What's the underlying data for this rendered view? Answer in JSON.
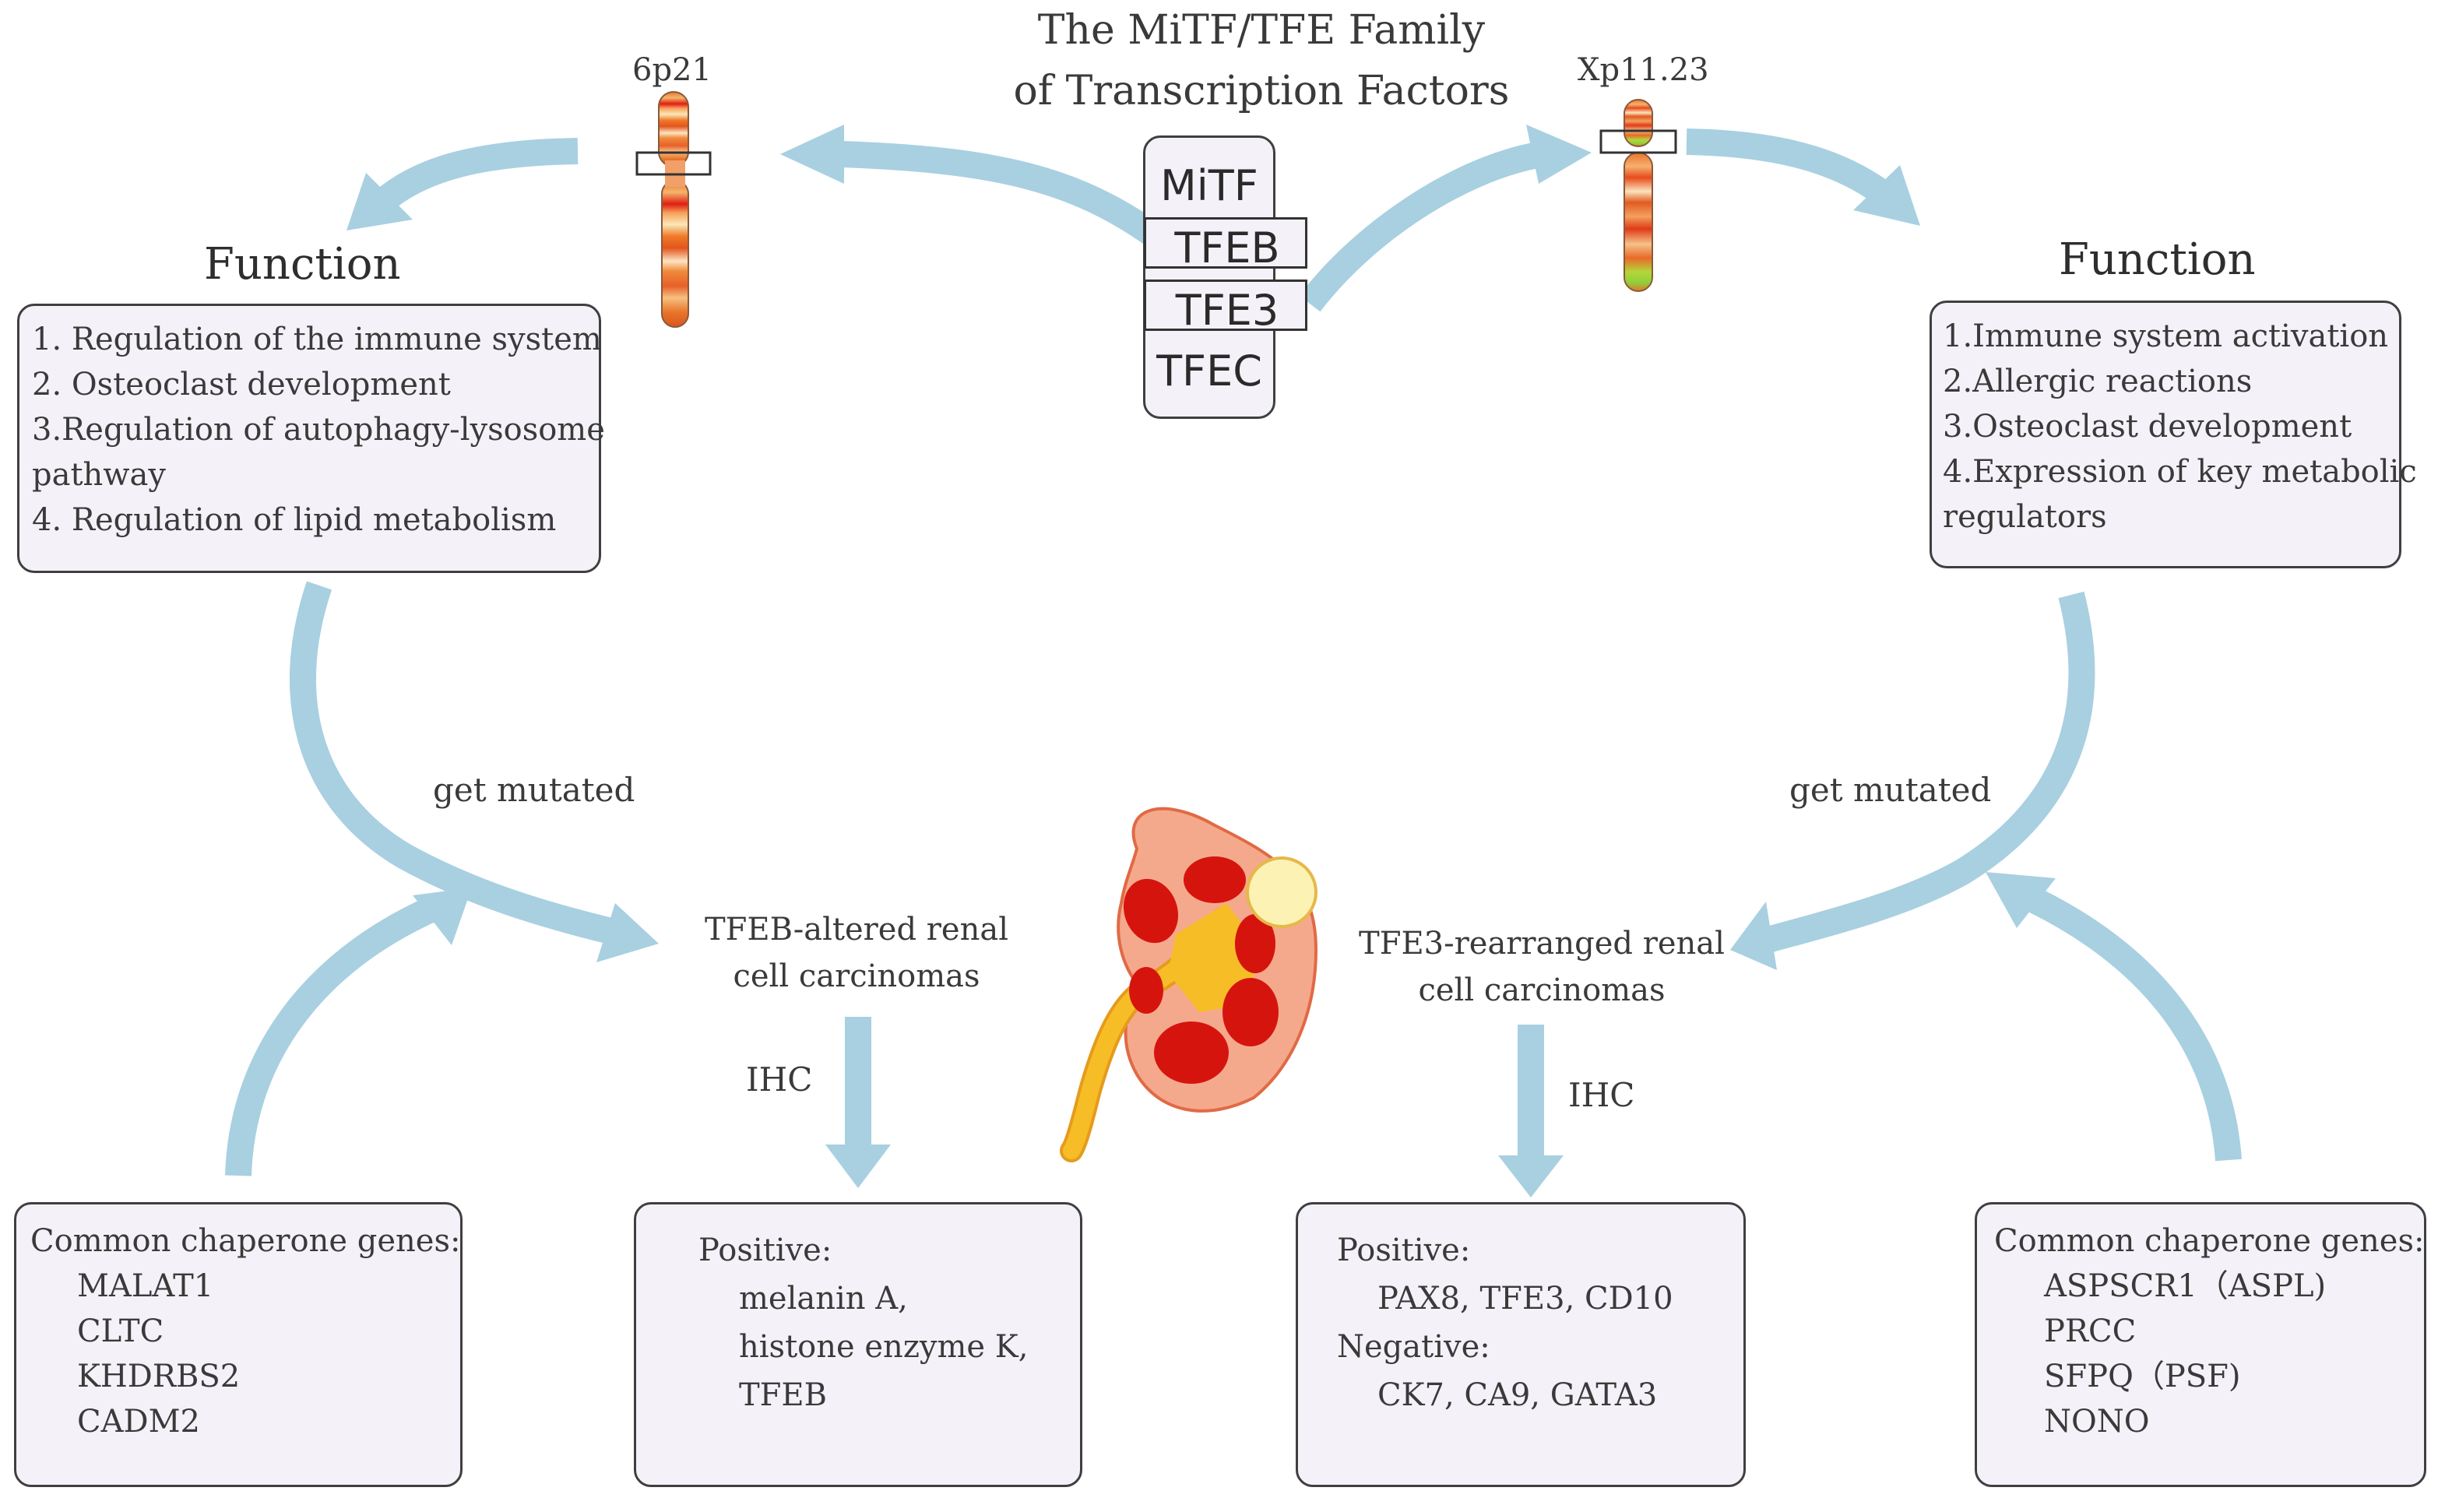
{
  "title": {
    "line1": "The MiTF/TFE Family",
    "line2": "of Transcription Factors"
  },
  "family": [
    "MiTF",
    "TFEB",
    "TFE3",
    "TFEC"
  ],
  "chromosomes": {
    "left_band": "6p21",
    "right_band": "Xp11.23"
  },
  "left_function": {
    "heading": "Function",
    "lines": [
      "1. Regulation of the immune system",
      "2. Osteoclast development",
      "3.Regulation of autophagy-lysosome",
      "pathway",
      "4. Regulation of lipid metabolism"
    ]
  },
  "right_function": {
    "heading": "Function",
    "lines": [
      "1.Immune system activation",
      "2.Allergic reactions",
      "3.Osteoclast development",
      "4.Expression of key metabolic",
      "regulators"
    ]
  },
  "mutation": {
    "left_label": "get mutated",
    "right_label": "get mutated"
  },
  "left_carcinoma": {
    "line1": "TFEB-altered renal",
    "line2": "cell carcinomas",
    "ihc": "IHC"
  },
  "right_carcinoma": {
    "line1": "TFE3-rearranged renal",
    "line2": "cell carcinomas",
    "ihc": "IHC"
  },
  "left_chaperone": {
    "heading": "Common chaperone genes:",
    "genes": [
      "MALAT1",
      "CLTC",
      "KHDRBS2",
      "CADM2"
    ]
  },
  "right_chaperone": {
    "heading": "Common chaperone genes:",
    "genes": [
      "ASPSCR1（ASPL)",
      "PRCC",
      "SFPQ（PSF)",
      "NONO"
    ]
  },
  "tfeb_ihc": {
    "positive_label": "Positive:",
    "positive": [
      "melanin A,",
      "histone enzyme K,",
      "TFEB"
    ]
  },
  "tfe3_ihc": {
    "positive_label": "Positive:",
    "positive": "PAX8, TFE3, CD10",
    "negative_label": "Negative:",
    "negative": "CK7, CA9, GATA3"
  },
  "colors": {
    "arrow": "#a8d0e1",
    "box_fill": "#f4f2f8",
    "box_border": "#3f3f3f",
    "kidney_outer": "#f5a98c",
    "kidney_lobe": "#d6140e",
    "ureter": "#f7bd27",
    "adrenal": "#fbf2b4"
  }
}
